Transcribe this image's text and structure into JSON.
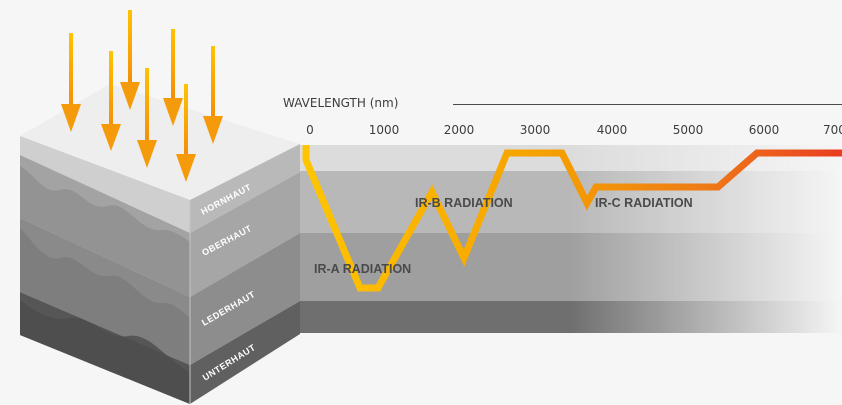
{
  "axis": {
    "title": "WAVELENGTH (nm)",
    "ticks": [
      "0",
      "1000",
      "2000",
      "3000",
      "4000",
      "5000",
      "6000",
      "700"
    ]
  },
  "layers": [
    {
      "id": "hornhaut",
      "label": "HORNHAUT"
    },
    {
      "id": "oberhaut",
      "label": "OBERHAUT"
    },
    {
      "id": "lederhaut",
      "label": "LEDERHAUT"
    },
    {
      "id": "unterhaut",
      "label": "UNTERHAUT"
    }
  ],
  "bands": [
    {
      "id": "ir-a",
      "label": "IR-A RADIATION"
    },
    {
      "id": "ir-b",
      "label": "IR-B RADIATION"
    },
    {
      "id": "ir-c",
      "label": "IR-C RADIATION"
    }
  ],
  "colors": {
    "arrow": "#f59a0a",
    "penetration_start": "#ffc500",
    "penetration_mid": "#f5a000",
    "penetration_end": "#ea3c21"
  },
  "icons": {
    "sun_rays": "arrow-down-icon"
  }
}
